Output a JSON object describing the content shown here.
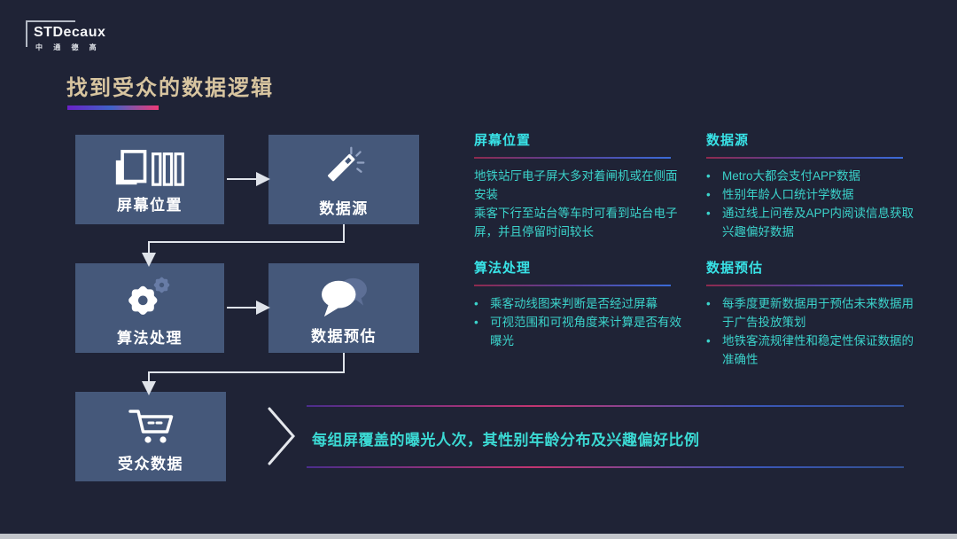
{
  "logo": {
    "name": "STDecaux",
    "subtext": "中 通 德 高"
  },
  "title": {
    "text": "找到受众的数据逻辑"
  },
  "flow": {
    "boxes": [
      {
        "label": "屏幕位置",
        "icon": "documents-icon"
      },
      {
        "label": "数据源",
        "icon": "magic-wand-icon"
      },
      {
        "label": "算法处理",
        "icon": "gears-icon"
      },
      {
        "label": "数据预估",
        "icon": "speech-bubbles-icon"
      },
      {
        "label": "受众数据",
        "icon": "shopping-cart-icon"
      }
    ]
  },
  "sections": [
    {
      "title": "屏幕位置",
      "lines": [
        "地铁站厅电子屏大多对着闸机或在侧面安装",
        "乘客下行至站台等车时可看到站台电子屏，并且停留时间较长"
      ]
    },
    {
      "title": "数据源",
      "lines": [
        "Metro大都会支付APP数据",
        "性别年龄人口统计学数据",
        "通过线上问卷及APP内阅读信息获取兴趣偏好数据"
      ]
    },
    {
      "title": "算法处理",
      "lines": [
        "乘客动线图来判断是否经过屏幕",
        "可视范围和可视角度来计算是否有效曝光"
      ]
    },
    {
      "title": "数据预估",
      "lines": [
        "每季度更新数据用于预估未来数据用于广告投放策划",
        "地铁客流规律性和稳定性保证数据的准确性"
      ]
    }
  ],
  "banner": {
    "text": "每组屏覆盖的曝光人次，其性别年龄分布及兴趣偏好比例"
  },
  "ui": {
    "bullet_char": "•"
  },
  "colors": {
    "background": "#1f2336",
    "box_fill": "#45587a",
    "section_heading": "#38e2e6",
    "body_text": "#3bd3cb",
    "banner_text": "#3bd9d3",
    "title_text": "#d8c5a0",
    "connector": "#dfe3ea",
    "gradient_purple": "#6a21c8",
    "gradient_blue": "#3f63c8",
    "gradient_pink": "#ef3a77",
    "divider_red": "#8e2a4e",
    "divider_blue": "#3a6bd8"
  }
}
